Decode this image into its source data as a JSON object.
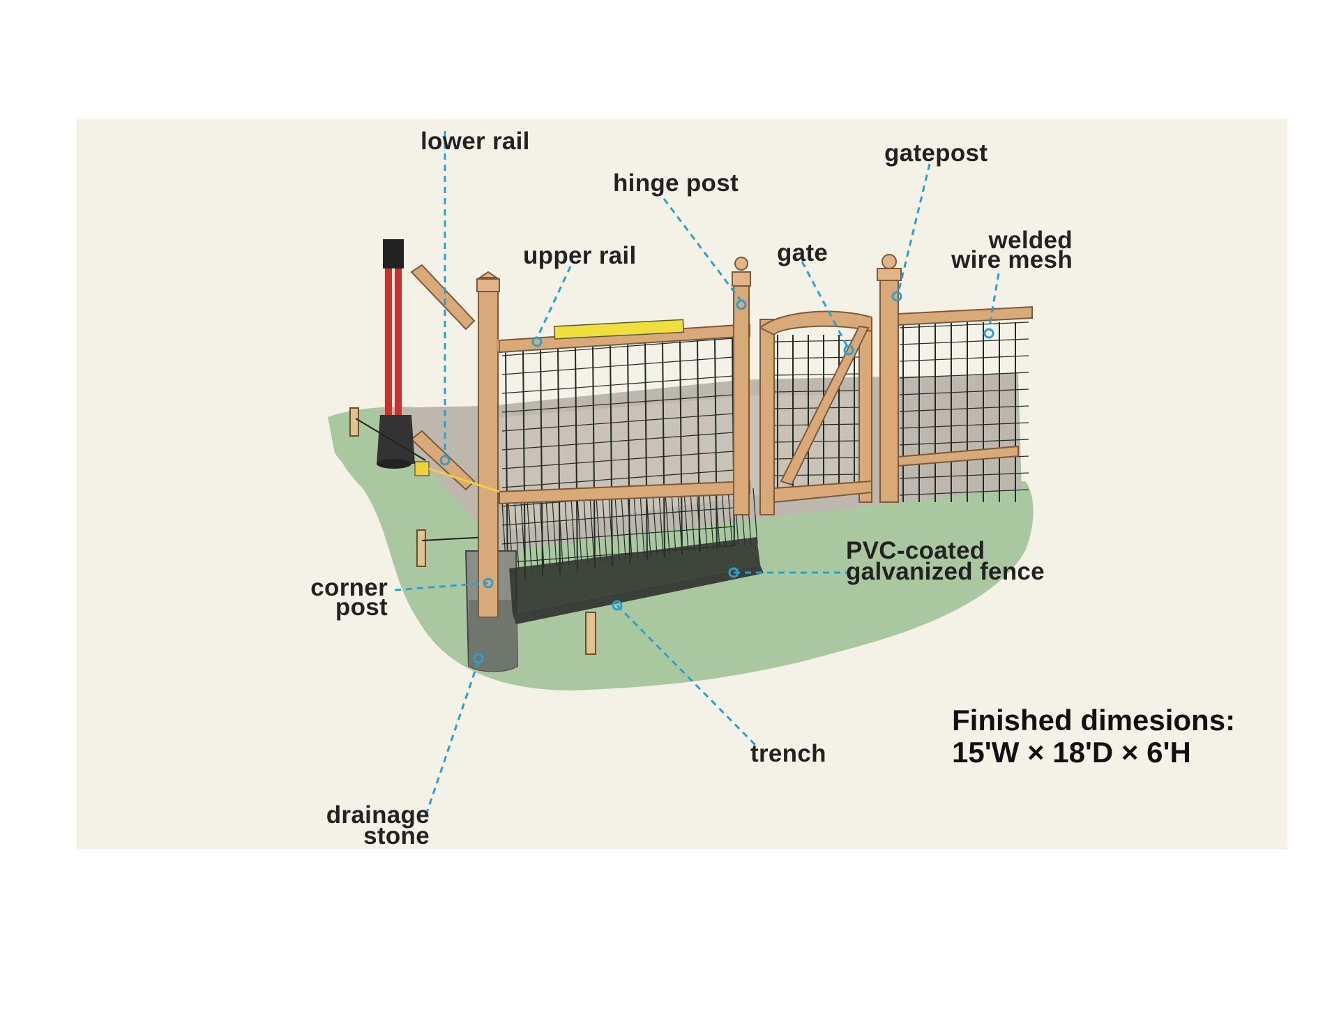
{
  "labels": {
    "lower_rail": "lower rail",
    "hinge_post": "hinge post",
    "gatepost": "gatepost",
    "upper_rail": "upper rail",
    "gate": "gate",
    "welded_wire_mesh_1": "welded",
    "welded_wire_mesh_2": "wire mesh",
    "pvc_1": "PVC-coated",
    "pvc_2": "galvanized fence",
    "corner_post_1": "corner",
    "corner_post_2": "post",
    "drainage_1": "drainage",
    "drainage_2": "stone",
    "trench": "trench"
  },
  "dimensions": {
    "heading": "Finished dimesions:",
    "value": "15'W × 18'D × 6'H"
  },
  "colors": {
    "callout": "#2aa0cf",
    "panel": "#f4f2e7",
    "grass": "#a9c8a0",
    "wood": "#d9a977",
    "mesh": "#1f2a26"
  }
}
